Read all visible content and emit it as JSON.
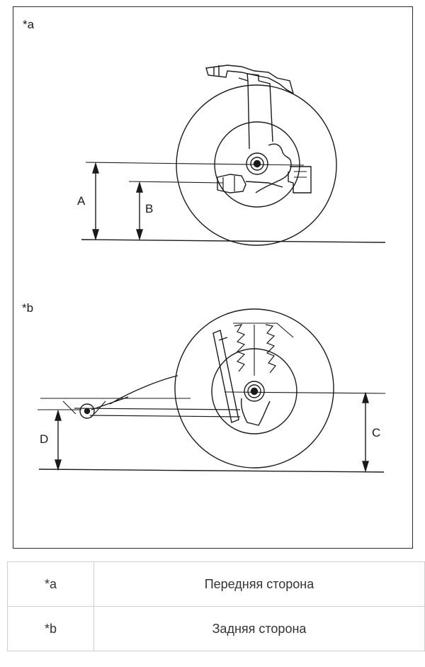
{
  "figure": {
    "panel_a_label": "*a",
    "panel_b_label": "*b",
    "dims": {
      "a": "A",
      "b": "B",
      "c": "C",
      "d": "D"
    }
  },
  "legend": {
    "rows": [
      {
        "key": "*a",
        "value": "Передняя сторона"
      },
      {
        "key": "*b",
        "value": "Задняя сторона"
      }
    ]
  },
  "colors": {
    "line": "#1a1a1a",
    "border": "#2a2a2a",
    "table_border": "#cfcfcf"
  }
}
